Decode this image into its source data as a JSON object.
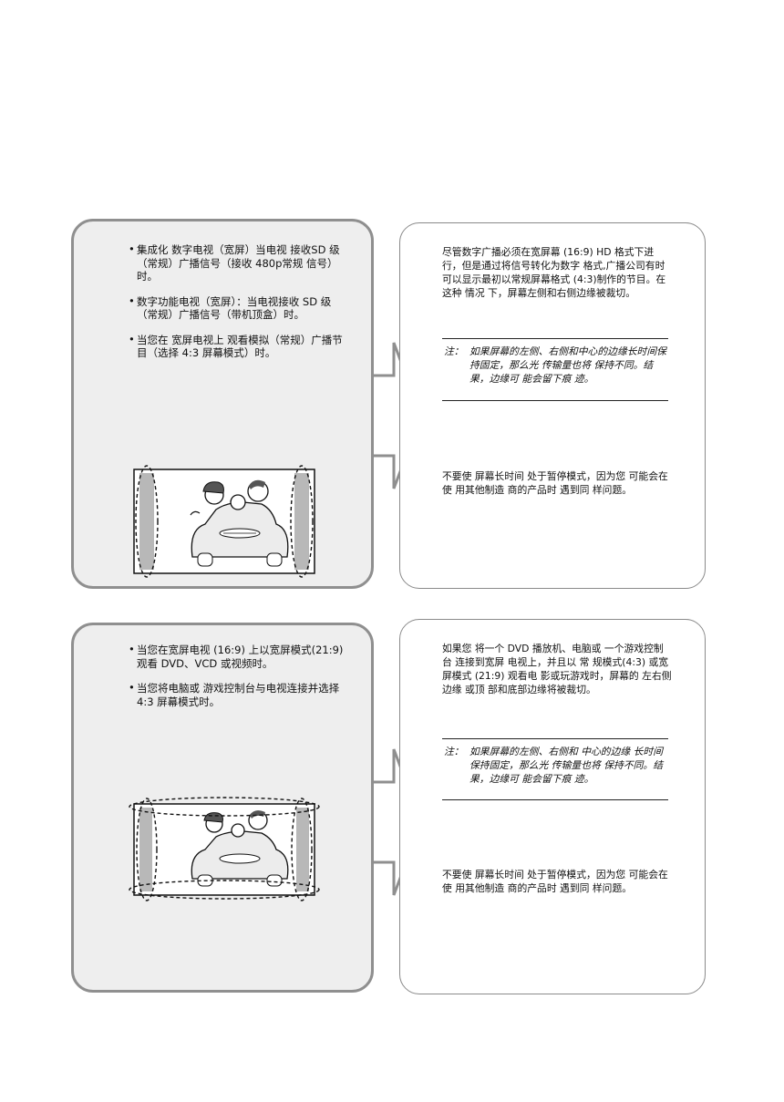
{
  "section1": {
    "bullets": [
      "集成化 数字电视（宽屏）当电视 接收SD 级（常规）广播信号（接收 480p常规 信号）时。",
      "数字功能电视（宽屏）：当电视接收 SD 级（常规）广播信号（带机顶盒）时。",
      "当您在 宽屏电视上 观看模拟（常规）广播节目（选择 4:3 屏幕模式）时。"
    ],
    "paragraph": "尽管数字广播必须在宽屏幕 (16:9) HD 格式下进行，但是通过将信号转化为数字 格式,广播公司有时可以显示最初以常规屏幕格式 (4:3)制作的节目。在这种 情况 下，屏幕左侧和右侧边缘被裁切。",
    "note_label": "注：",
    "note_text": "如果屏幕的左侧、右侧和中心的边缘长时间保持固定，那么光 传输量也将 保持不同。结果，边缘可 能会留下痕 迹。",
    "warning": "不要使 屏幕长时间 处于暂停模式，因为您 可能会在使 用其他制造 商的产品时 遇到同 样问题。"
  },
  "section2": {
    "bullets": [
      "当您在宽屏电视 (16:9) 上以宽屏模式(21:9) 观看 DVD、VCD 或视频时。",
      "当您将电脑或 游戏控制台与电视连接并选择 4:3 屏幕模式时。"
    ],
    "paragraph": "如果您 将一个 DVD 播放机、电脑或 一个游戏控制台 连接到宽屏 电视上，并且以 常 规模式(4:3) 或宽屏模式 (21:9) 观看电 影或玩游戏时，屏幕的 左右侧边缘 或顶 部和底部边缘将被裁切。",
    "note_label": "注：",
    "note_text": "如果屏幕的左侧、右侧和 中心的边缘 长时间保持固定，那么光 传输量也将 保持不同。结果，边缘可 能会留下痕 迹。",
    "warning": "不要使 屏幕长时间 处于暂停模式，因为您 可能会在使 用其他制造 商的产品时 遇到同 样问题。"
  },
  "bullet_glyph": "•",
  "colors": {
    "panel_fill": "#eeeeee",
    "panel_border": "#8f8f8f",
    "rule": "#222222"
  }
}
